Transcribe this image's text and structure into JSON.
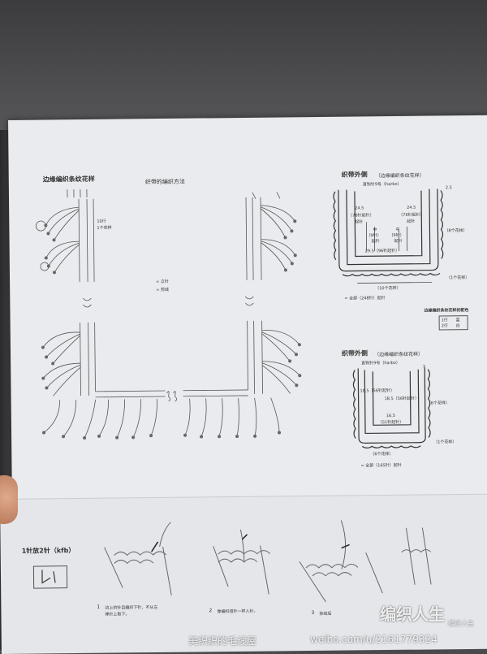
{
  "page_top": {
    "left_title": "边缘编织条纹花样",
    "center_title": "织带的编织方法",
    "chart_label_row": "10行",
    "chart_label_pattern": "1个花样",
    "legend_1": "= 立针",
    "legend_2": "= 剪线",
    "outer1": {
      "title": "织带外侧",
      "title_sub": "（边缘编织条纹花样）",
      "cast_on": "直钩针9号（harbo）",
      "left_top": "24.5",
      "left_mid": "（76针起针）",
      "left_low": "起针",
      "right_top": "24.5",
      "right_mid": "（76针起针）",
      "right_low": "起针",
      "inner1": "中",
      "inner2": "（9针）",
      "inner3": "起针",
      "inner4": "中",
      "inner5": "（9针）",
      "inner6": "起针",
      "bottom_inner": "29.5（96针起针）",
      "bottom_outer": "（10个花样）",
      "right_flower": "（8个花样）",
      "right_flower2": "（1个花样）",
      "side_num": "2.5",
      "total": "= 全部（248针）起针"
    },
    "color_title": "边缘编织条纹花样的配色",
    "color_table": [
      "1行",
      "蓝",
      "2行",
      "白"
    ],
    "outer2": {
      "title": "织带外侧",
      "title_sub": "（边缘编织条纹花样）",
      "cast_on": "直钩针9号（harbo）",
      "left": "18.5（56针起针）",
      "right": "18.5（56针起针）",
      "bottom_num": "16.5",
      "bottom_inner": "（51针起针）",
      "bottom_outer": "（6个花样）",
      "right_flower": "（6个花样）",
      "right_flower2": "（1个花样）",
      "side_num": "5",
      "total": "= 全部（165针）起针"
    }
  },
  "page_bottom": {
    "section_title": "1针放2针（kfb）",
    "step1_num": "1",
    "step1_text": "边上的针目编织下针，不从左",
    "step1_text2": "棒针上取下。",
    "step2_num": "2",
    "step2_text": "像编织扭针一样入针。",
    "step3_num": "3",
    "step3_text": "挂线后"
  },
  "watermark": {
    "left": "美织织的毛线屋",
    "center": "weibo.com/u/2161779324",
    "logo": "编织人生",
    "logo_sub": "编织人生"
  }
}
